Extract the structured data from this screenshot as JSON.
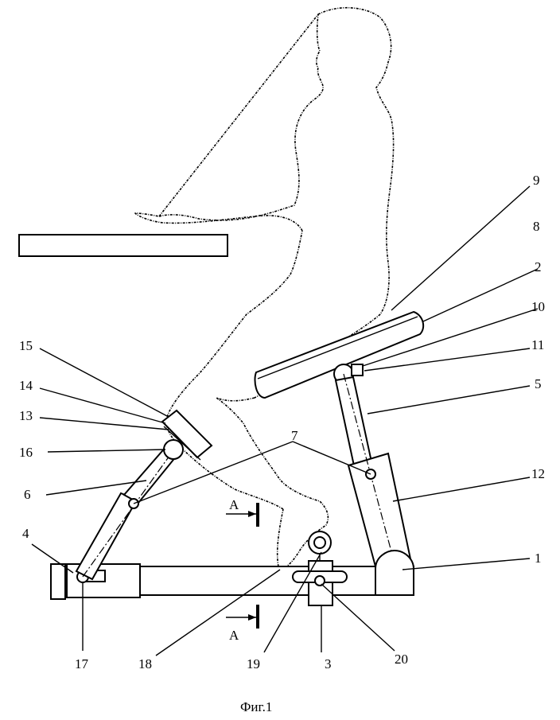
{
  "caption": "Фиг.1",
  "section_marker": "A",
  "labels": [
    {
      "id": "1",
      "text": "1"
    },
    {
      "id": "2",
      "text": "2"
    },
    {
      "id": "3",
      "text": "3"
    },
    {
      "id": "4",
      "text": "4"
    },
    {
      "id": "5",
      "text": "5"
    },
    {
      "id": "6",
      "text": "6"
    },
    {
      "id": "7",
      "text": "7"
    },
    {
      "id": "8",
      "text": "8"
    },
    {
      "id": "9",
      "text": "9"
    },
    {
      "id": "10",
      "text": "10"
    },
    {
      "id": "11",
      "text": "11"
    },
    {
      "id": "12",
      "text": "12"
    },
    {
      "id": "13",
      "text": "13"
    },
    {
      "id": "14",
      "text": "14"
    },
    {
      "id": "15",
      "text": "15"
    },
    {
      "id": "16",
      "text": "16"
    },
    {
      "id": "17",
      "text": "17"
    },
    {
      "id": "18",
      "text": "18"
    },
    {
      "id": "19",
      "text": "19"
    },
    {
      "id": "20",
      "text": "20"
    }
  ]
}
